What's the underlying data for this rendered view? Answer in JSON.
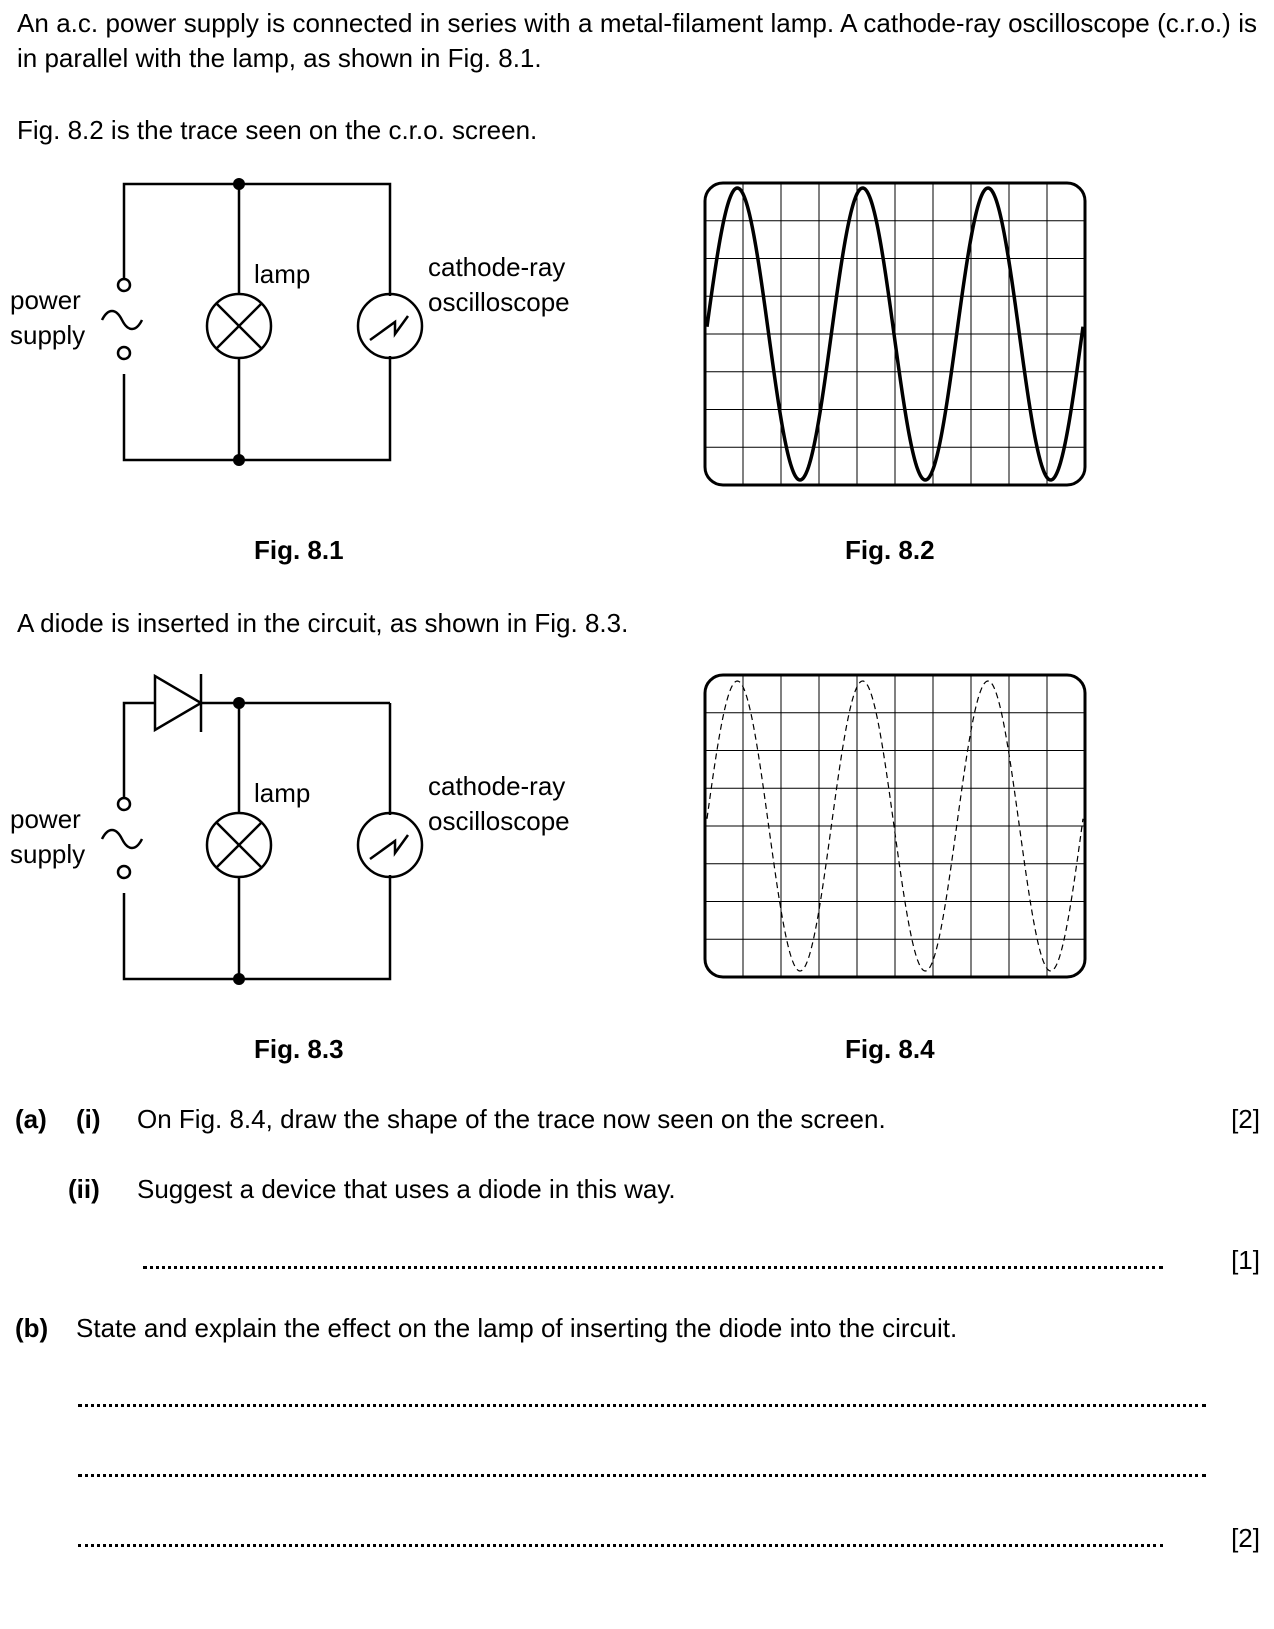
{
  "intro": {
    "p1": "An a.c. power supply is connected in series with a metal-filament lamp. A cathode-ray oscilloscope (c.r.o.) is in parallel with the lamp, as shown in Fig. 8.1.",
    "p2": "Fig. 8.2 is the trace seen on the c.r.o. screen.",
    "p3": "A diode is inserted in the circuit, as shown in Fig. 8.3."
  },
  "circuit": {
    "power_label_1": "power",
    "power_label_2": "supply",
    "lamp_label": "lamp",
    "cro_label_1": "cathode-ray",
    "cro_label_2": "oscilloscope"
  },
  "figures": {
    "fig1": "Fig. 8.1",
    "fig2": "Fig. 8.2",
    "fig3": "Fig. 8.3",
    "fig4": "Fig. 8.4"
  },
  "screen": {
    "grid_cols": 10,
    "grid_rows": 8,
    "cycles": 3.0
  },
  "questions": {
    "a_label": "(a)",
    "a_i_label": "(i)",
    "a_i_text": "On Fig. 8.4, draw the shape of the trace now seen on the screen.",
    "a_i_marks": "[2]",
    "a_ii_label": "(ii)",
    "a_ii_text": "Suggest a device that uses a diode in this way.",
    "a_ii_marks": "[1]",
    "b_label": "(b)",
    "b_text": "State and explain the effect on the lamp of inserting the diode into the circuit.",
    "b_marks": "[2]"
  }
}
